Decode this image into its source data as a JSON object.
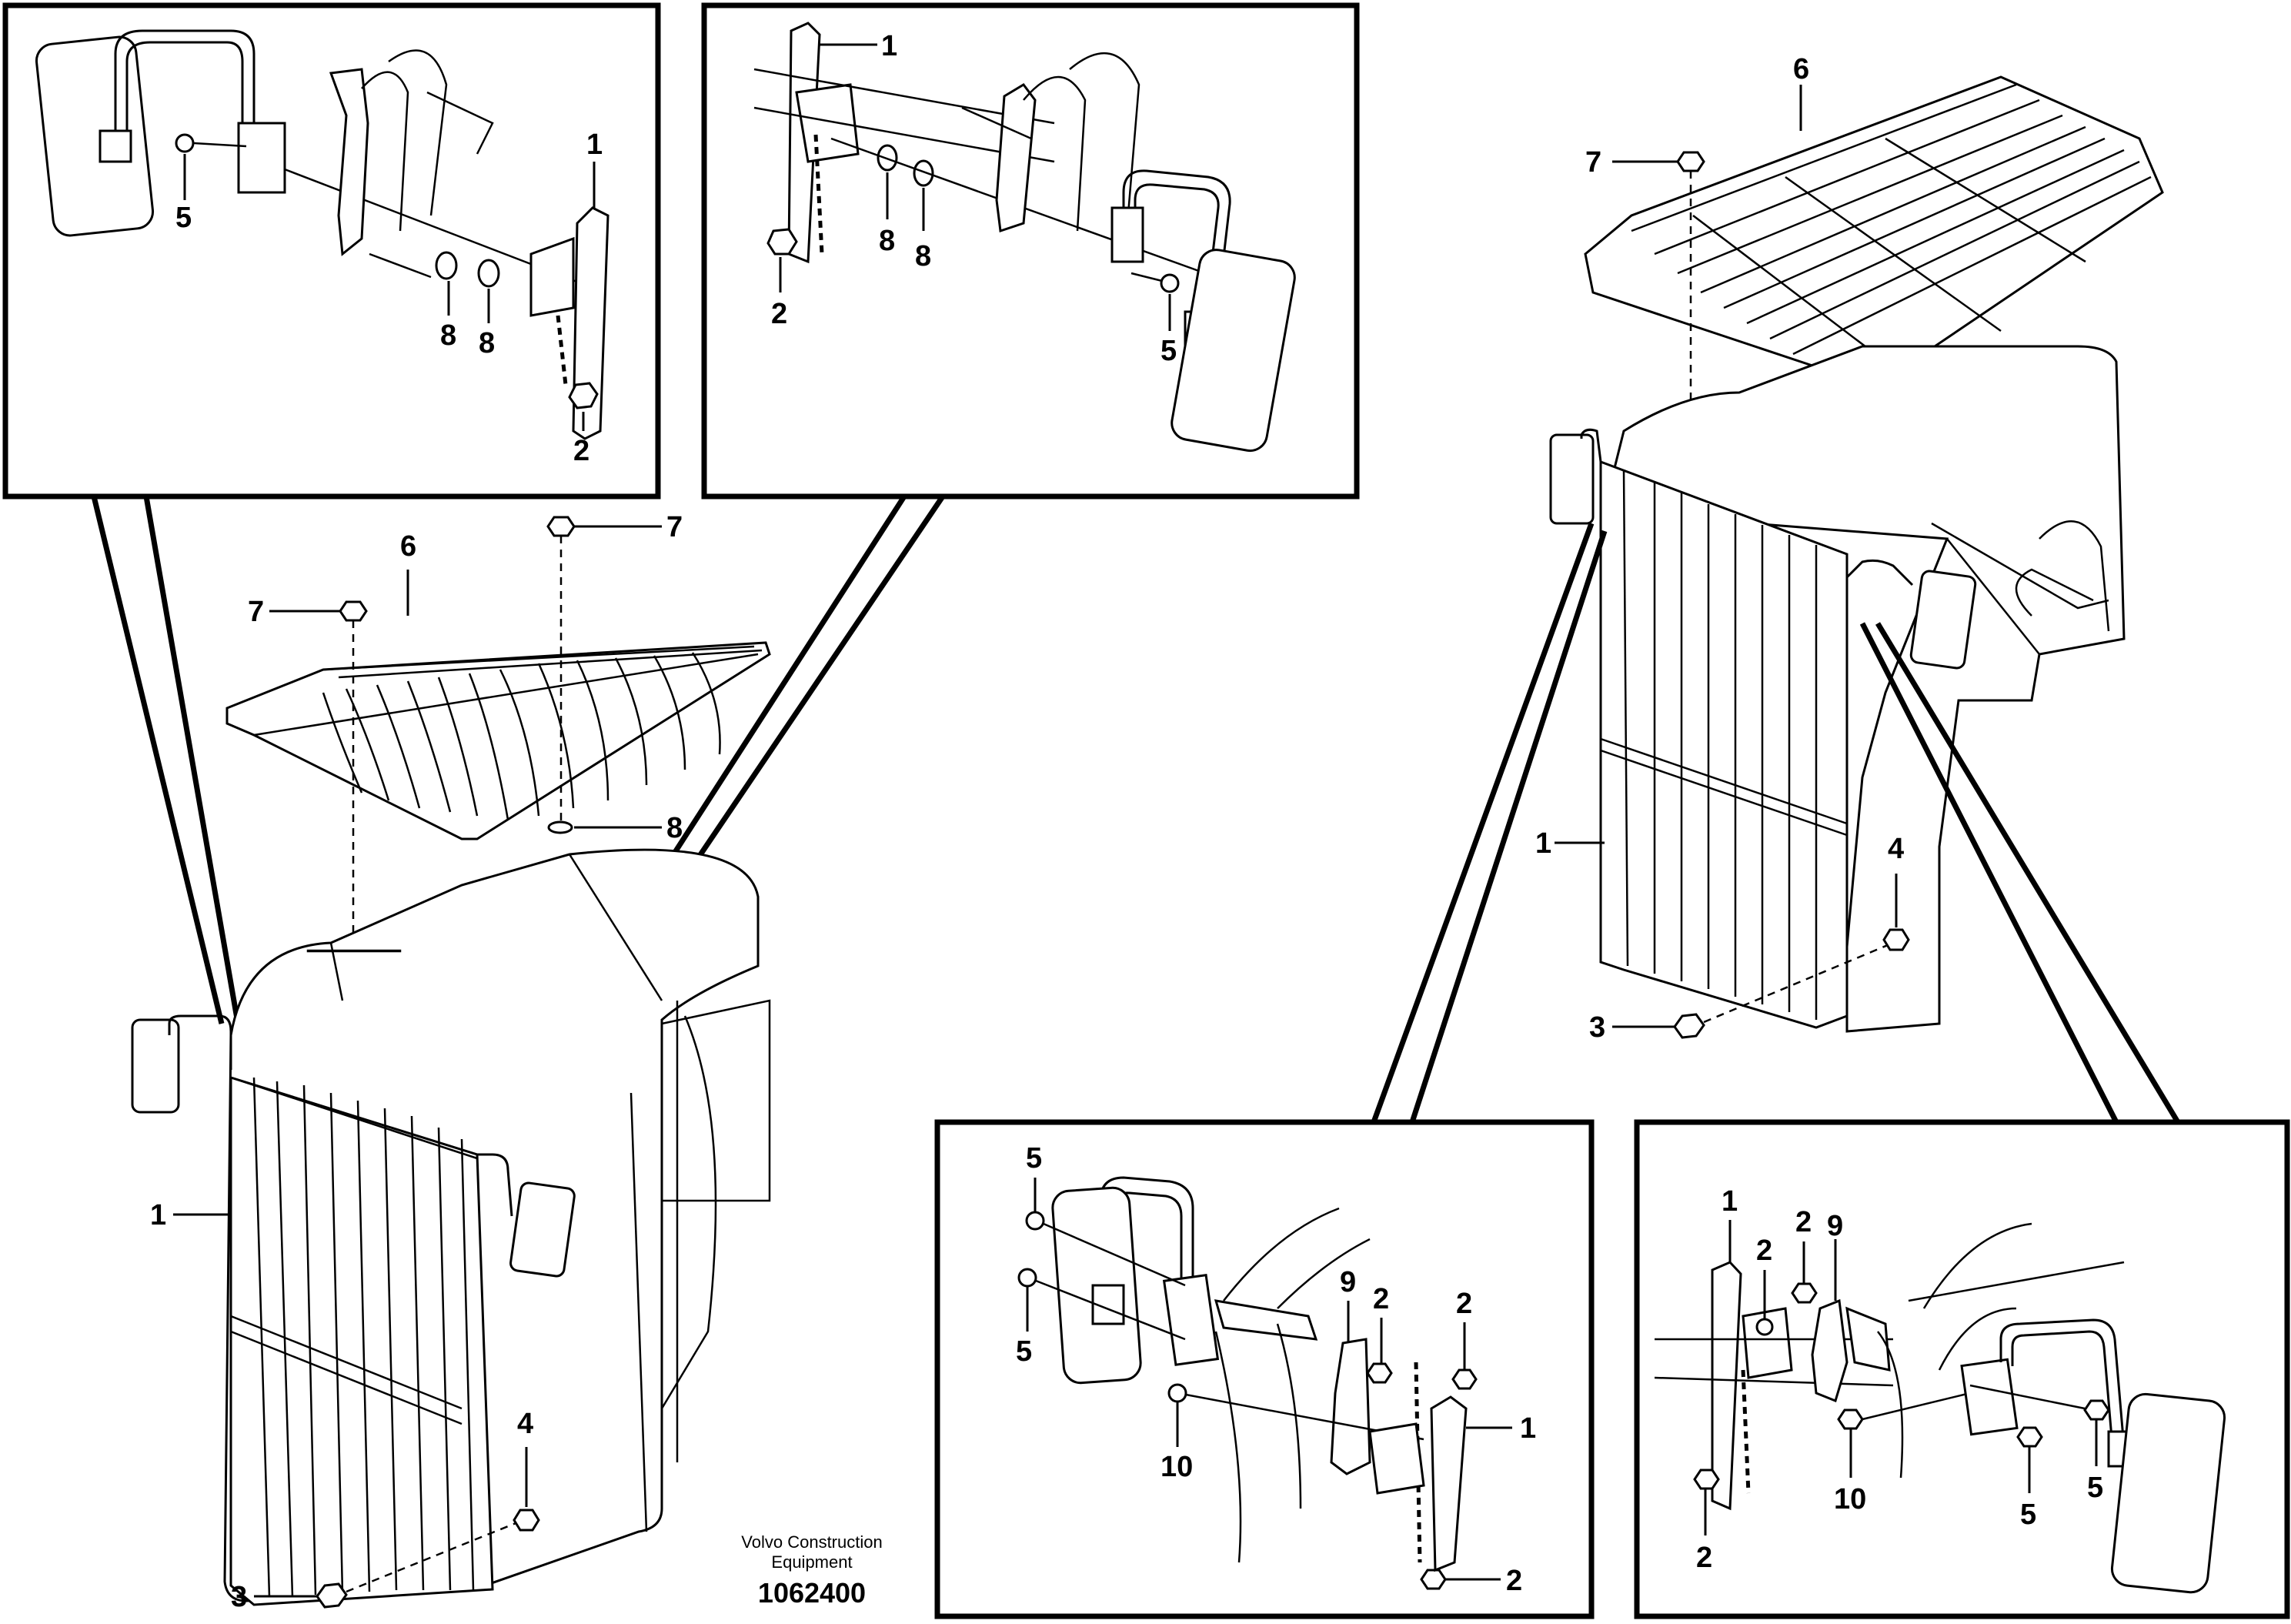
{
  "credit": {
    "line1": "Volvo Construction",
    "line2": "Equipment",
    "drawing_number": "1062400"
  },
  "labels": {
    "guard": "1",
    "screw": "2",
    "bolt": "3",
    "nut": "4",
    "mirror_bolt": "5",
    "roof_guard": "6",
    "flange_screw": "7",
    "washer": "8",
    "bracket": "9",
    "screw_10": "10"
  }
}
